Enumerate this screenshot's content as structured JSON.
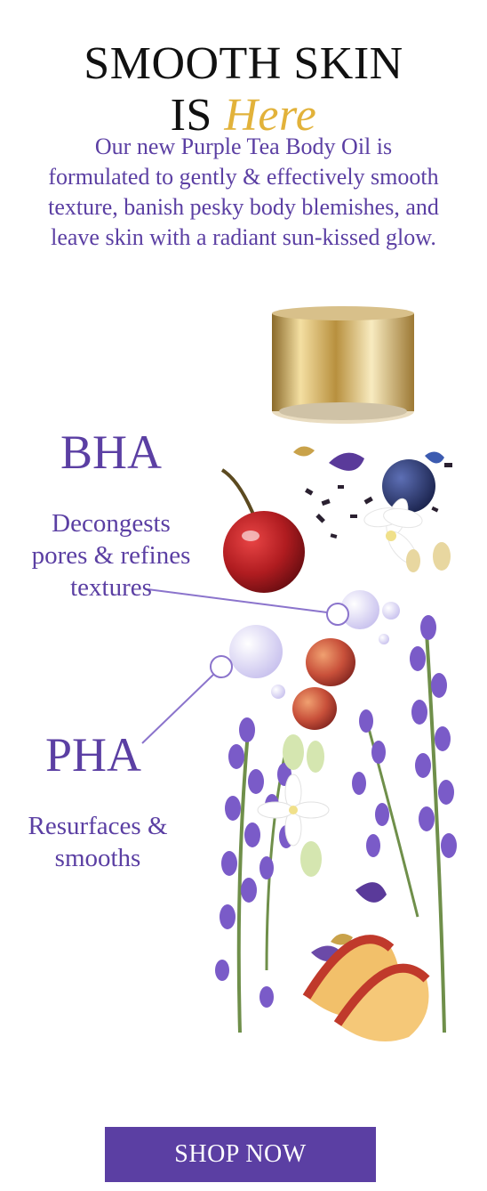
{
  "headline": {
    "line1": "SMOOTH SKIN",
    "line2_prefix": "IS",
    "line2_accent": "Here"
  },
  "intro": "Our new Purple Tea Body Oil is formulated to gently & effectively smooth texture, banish pesky body blemishes, and leave skin with a radiant sun-kissed glow.",
  "callouts": {
    "bha": {
      "title": "BHA",
      "description": "Decongests pores & refines textures"
    },
    "pha": {
      "title": "PHA",
      "description": "Resurfaces & smooths"
    }
  },
  "cta": {
    "label": "SHOP NOW"
  },
  "colors": {
    "brand_purple": "#5b3fa3",
    "accent_gold": "#e2b23a",
    "headline": "#111111",
    "background": "#ffffff"
  }
}
